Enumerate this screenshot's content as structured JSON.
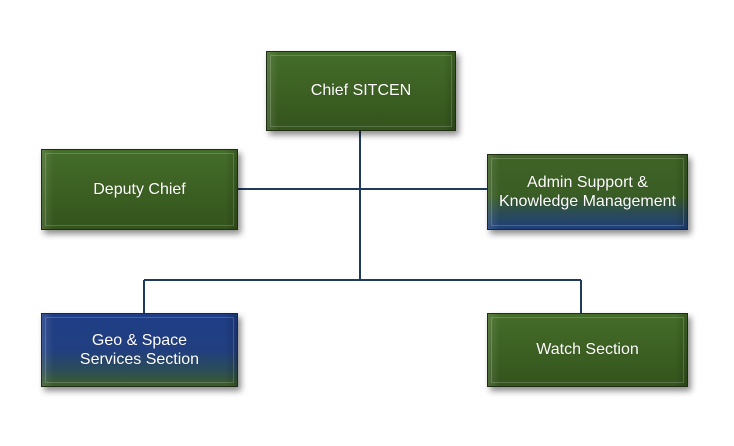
{
  "diagram": {
    "nodes": [
      {
        "id": "chief",
        "label": "Chief SITCEN"
      },
      {
        "id": "deputy",
        "label": "Deputy Chief"
      },
      {
        "id": "admin",
        "label": "Admin Support & Knowledge Management"
      },
      {
        "id": "geo",
        "label": "Geo & Space Services Section"
      },
      {
        "id": "watch",
        "label": "Watch Section"
      }
    ],
    "edges": [
      {
        "from": "chief",
        "to": "deputy"
      },
      {
        "from": "chief",
        "to": "admin"
      },
      {
        "from": "chief",
        "to": "geo"
      },
      {
        "from": "chief",
        "to": "watch"
      }
    ],
    "colors": {
      "green": "#3b5f22",
      "blue": "#1f3d86",
      "connector": "#1f3b5c"
    }
  }
}
